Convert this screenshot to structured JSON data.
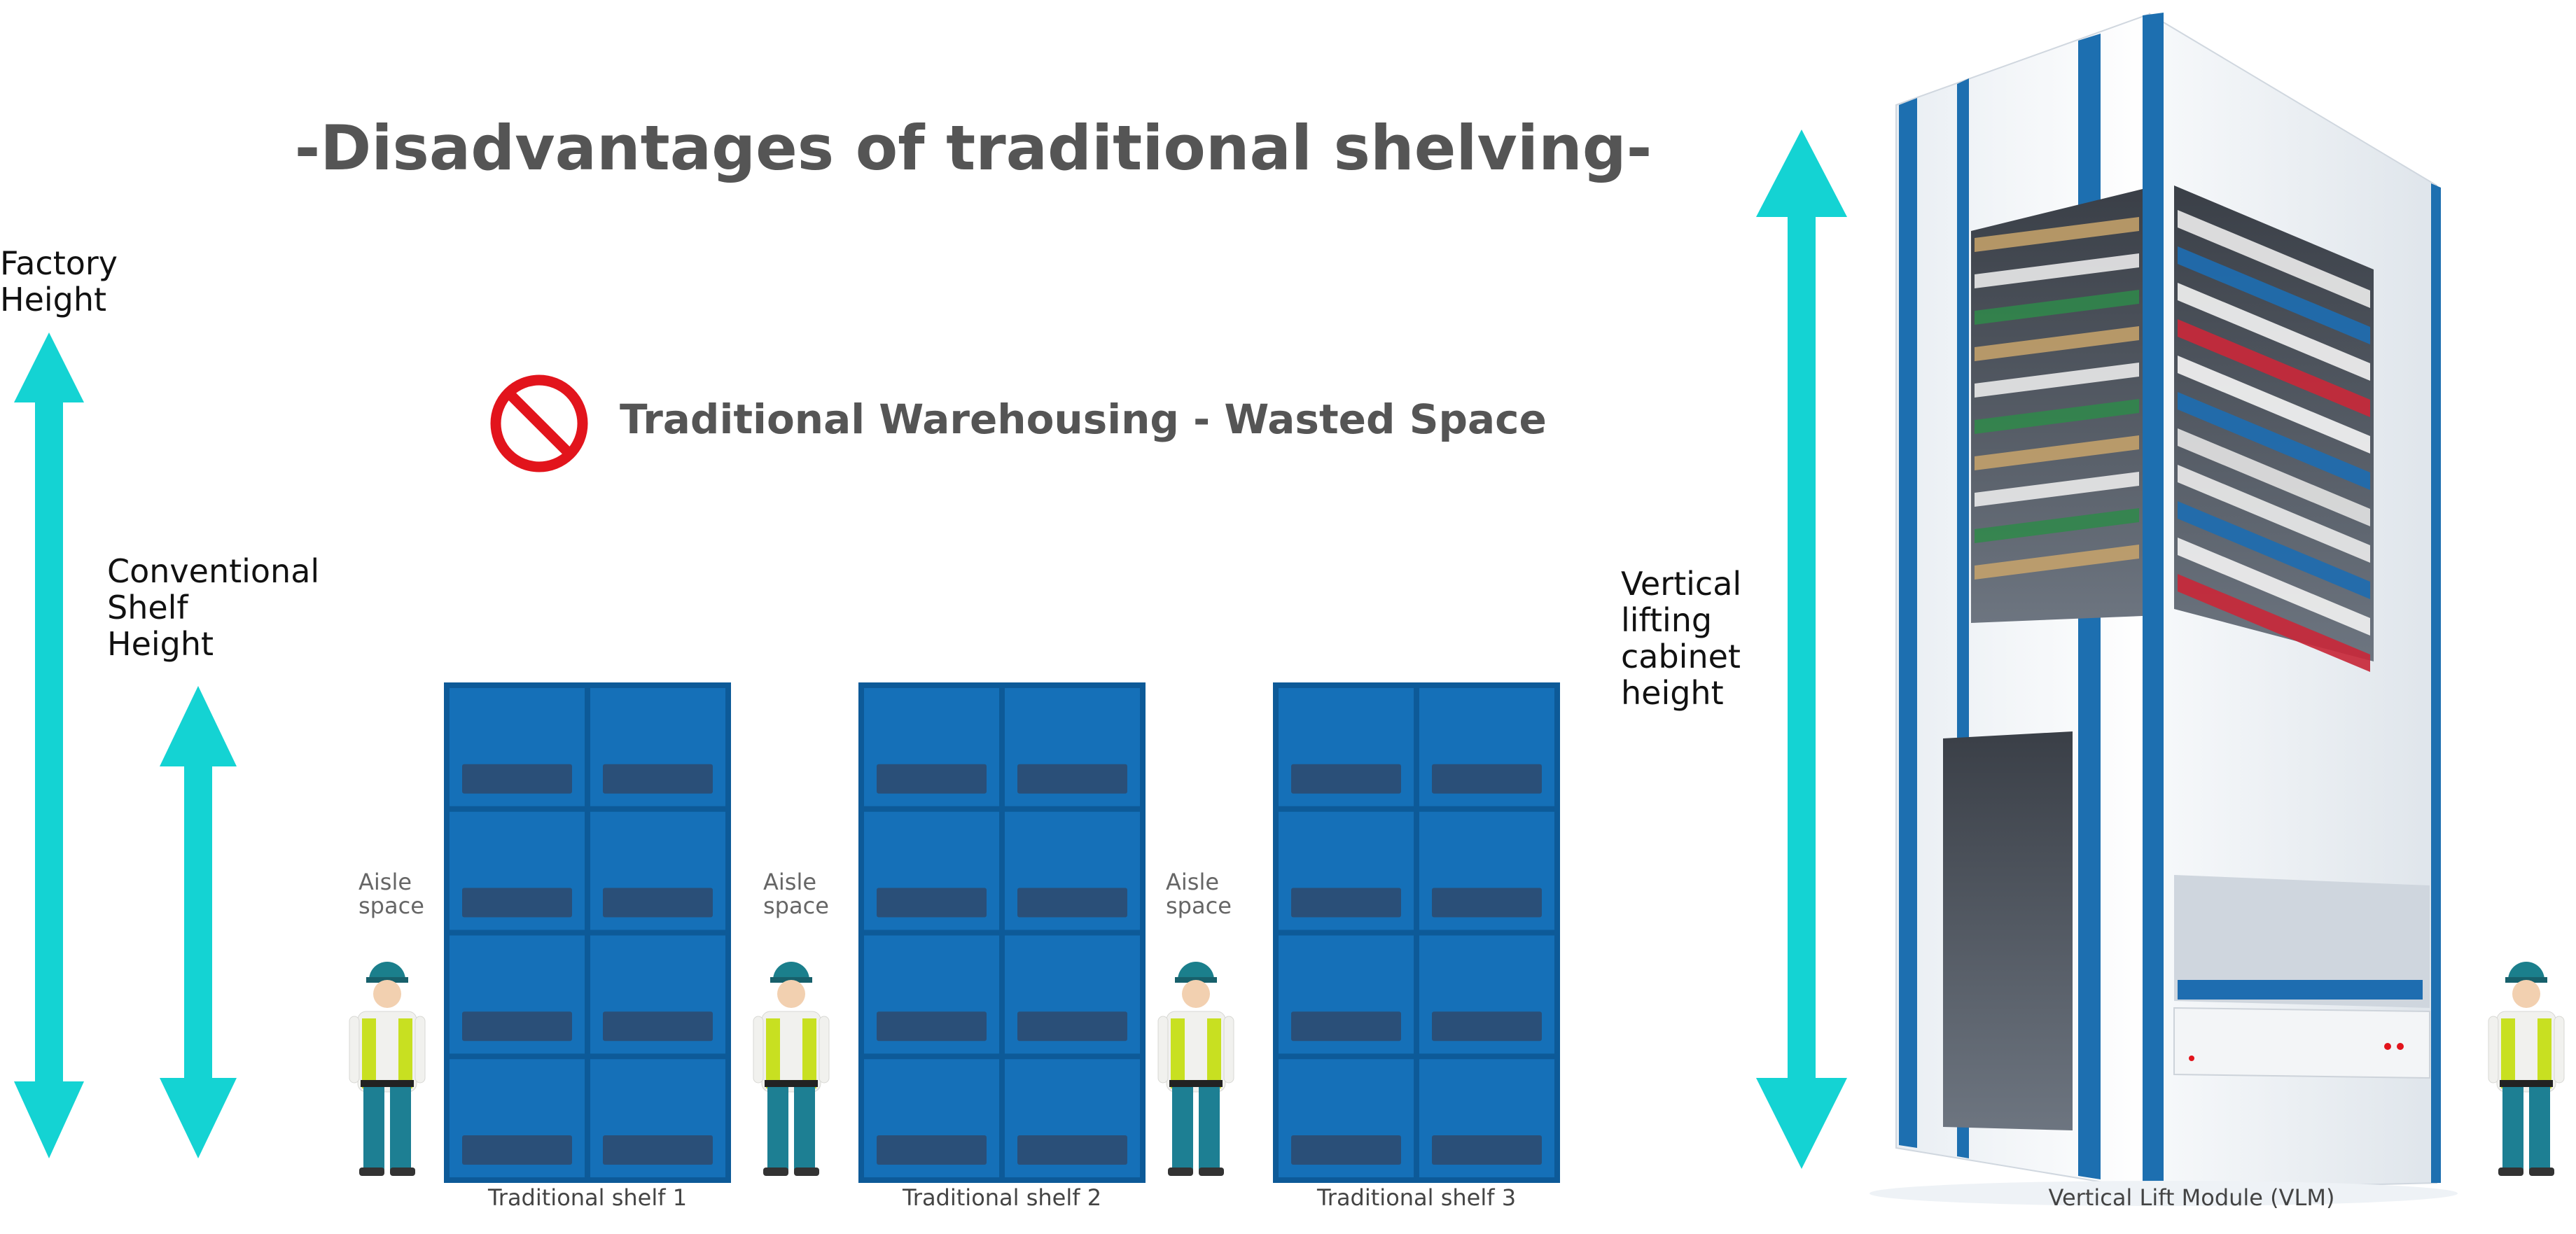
{
  "title": "-Disadvantages of traditional shelving-",
  "subtitle": "Traditional Warehousing - Wasted Space",
  "no_sign_icon": "prohibited-icon",
  "labels": {
    "factory_height": [
      "Factory",
      "Height"
    ],
    "conventional_shelf_height": [
      "Conventional",
      "Shelf",
      "Height"
    ],
    "vlm_height": [
      "Vertical",
      "lifting",
      "cabinet",
      "height"
    ]
  },
  "aisle_label": [
    "Aisle",
    "space"
  ],
  "shelves": [
    {
      "caption": "Traditional shelf 1"
    },
    {
      "caption": "Traditional shelf 2"
    },
    {
      "caption": "Traditional shelf 3"
    }
  ],
  "vlm_caption": "Vertical Lift Module (VLM)",
  "colors": {
    "arrow": "#14d3d3",
    "shelf_blue": "#1570b8",
    "shelf_dark": "#0d5a98",
    "no_sign_red": "#e2141c",
    "title_gray": "#555555"
  }
}
